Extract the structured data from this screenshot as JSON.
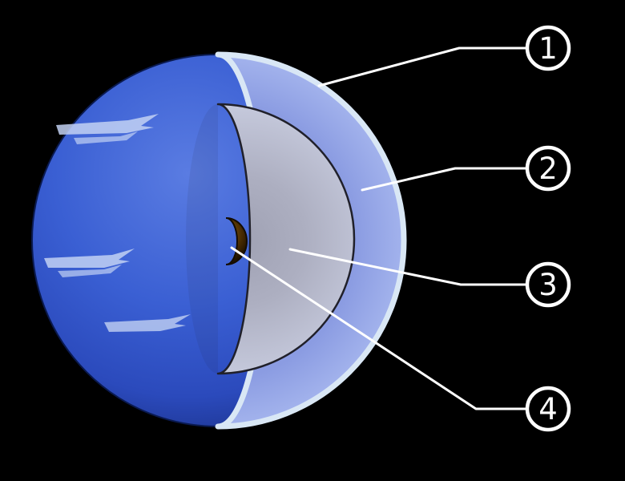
{
  "diagram": {
    "description": "Cutaway diagram of a blue planet showing interior layers with numbered callouts",
    "callouts": [
      {
        "number": "1"
      },
      {
        "number": "2"
      },
      {
        "number": "3"
      },
      {
        "number": "4"
      }
    ],
    "colors": {
      "background": "#000000",
      "planet_surface_blue": "#3a5fd3",
      "cloud_streak": "#c2d1f3",
      "outer_shell_rim": "#d9e7f5",
      "outer_mantle_layer": "#8b9ce2",
      "inner_mantle_layer": "#b6b9cc",
      "core_brown": "#6e4708",
      "callout_white": "#ffffff"
    }
  }
}
